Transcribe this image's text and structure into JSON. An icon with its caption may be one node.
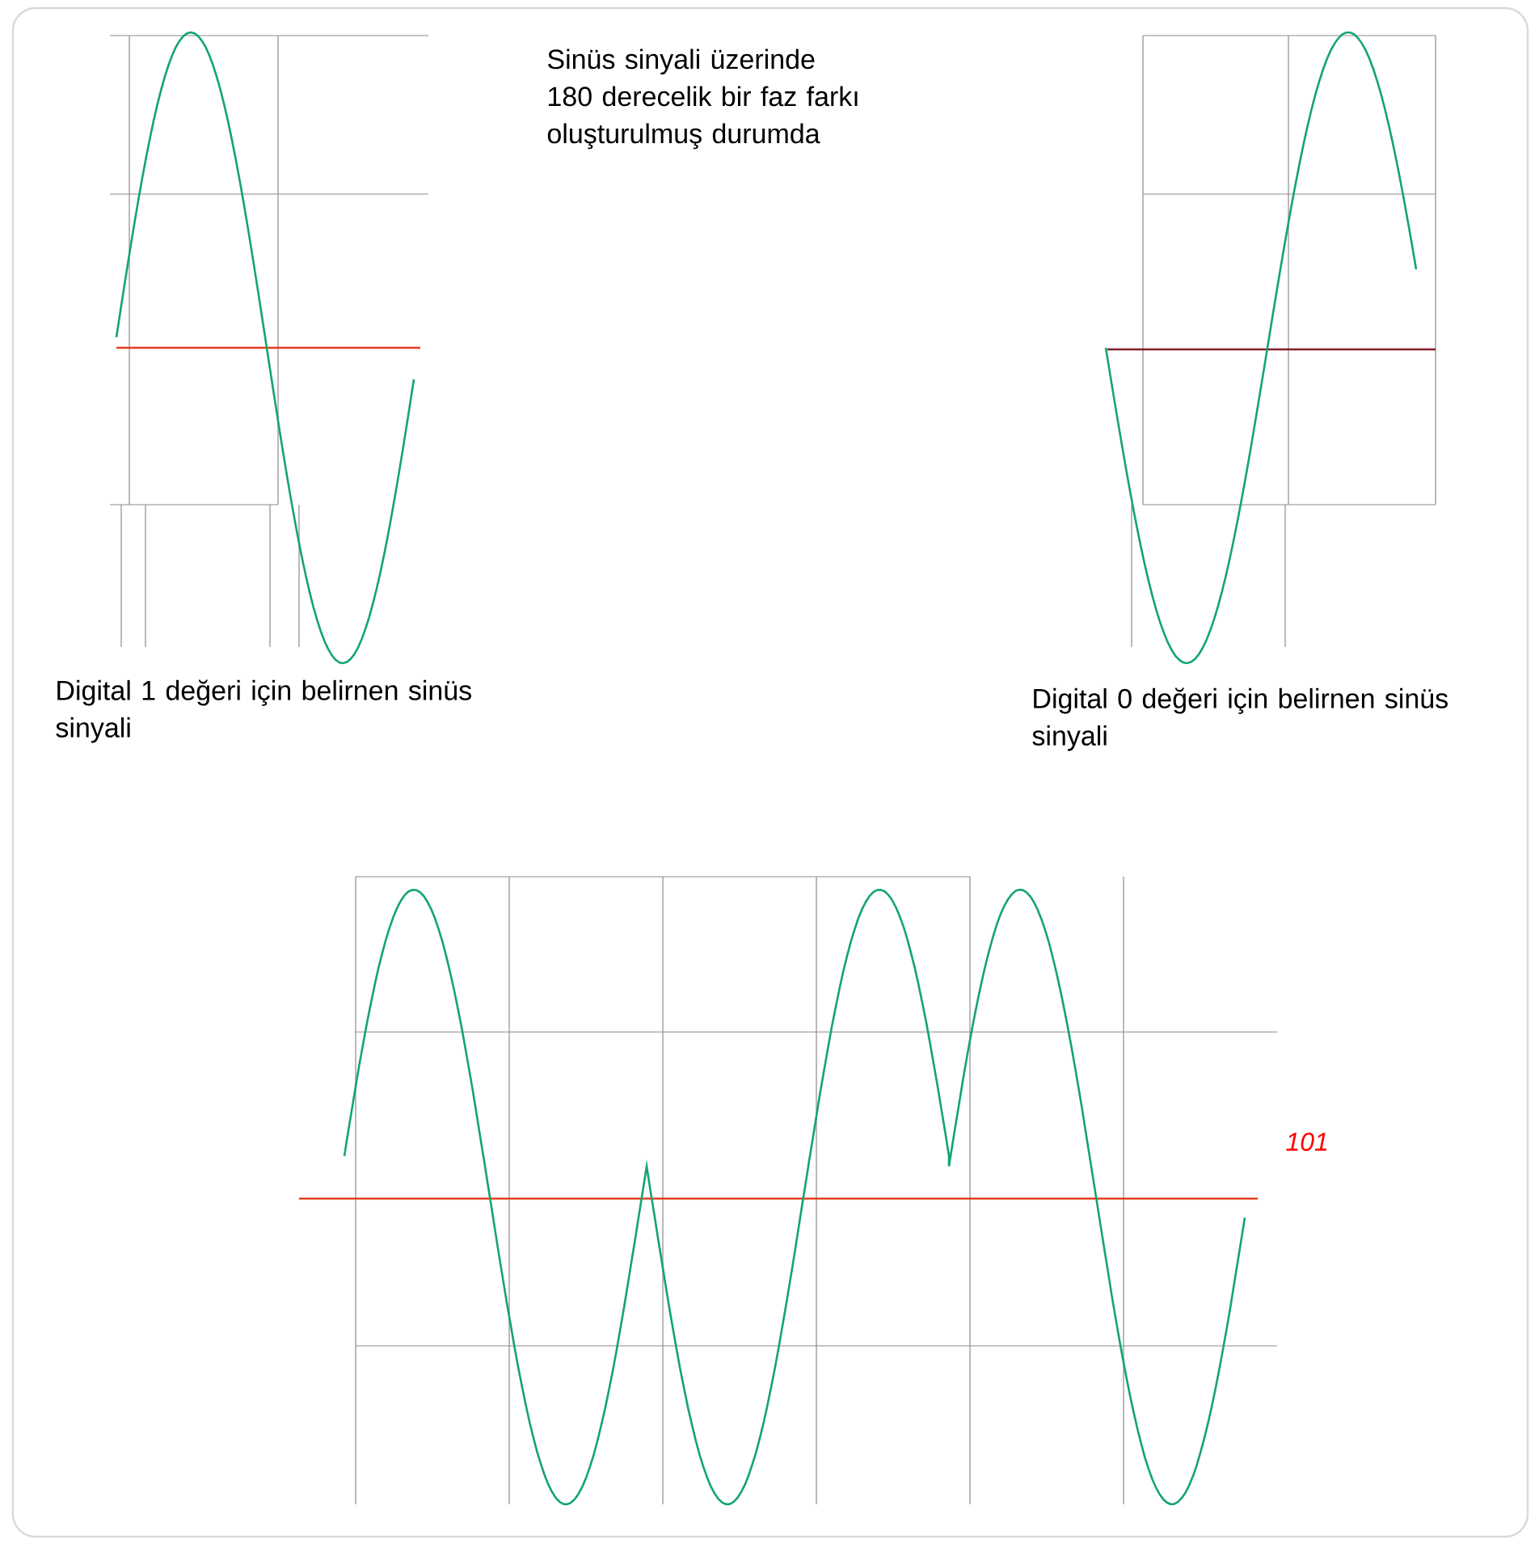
{
  "diagram": {
    "labels": [
      "Sinüs sinyali üzerinde 180 derecelik bir faz farkı oluşturulmuş durumda",
      "Digital 1 değeri için belirnen sinüs sinyali",
      "Digital 0 değeri için belirnen sinüs sinyali",
      "101"
    ]
  }
}
